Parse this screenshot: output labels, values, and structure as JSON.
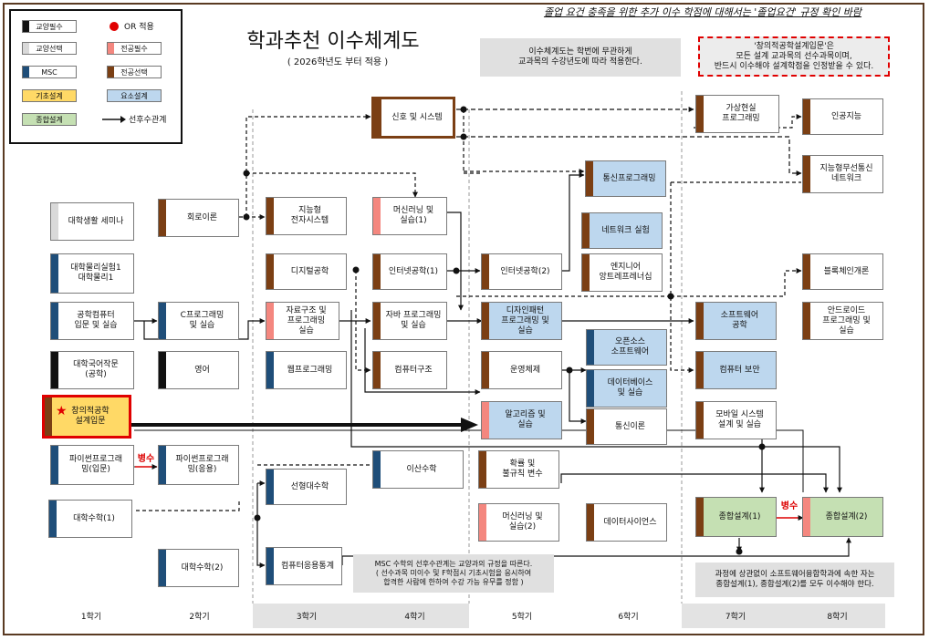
{
  "header": {
    "notice": "졸업 요건 충족을 위한 추가 이수 학점에 대해서는 '졸업요건' 규정 확인 바람",
    "title": "학과추천 이수체계도",
    "subtitle": "(   2026학년도 부터 적용   )",
    "curriculum_note": "이수체계도는 학번에 무관하게\n교과목의 수강년도에 따라 적용한다.",
    "design_note": "'창의적공학설계입문'은\n모든 설계 교과목의 선수과목이며,\n반드시 이수해야 설계학점을 인정받을 수 있다."
  },
  "legend": {
    "edu_required": "교양필수",
    "edu_elective": "교양선택",
    "msc": "MSC",
    "basic_design": "기초설계",
    "synth_design": "종합설계",
    "or_apply": "OR 적용",
    "major_required": "전공필수",
    "major_elective": "전공선택",
    "element_design": "요소설계",
    "prereq": "선후수관계"
  },
  "courses": {
    "c1": "대학생활 세미나",
    "c2": "대학물리실험1\n대학물리1",
    "c3": "공학컴퓨터\n입문 및 실습",
    "c4": "대학국어작문\n(공학)",
    "c5": "창의적공학\n설계입문",
    "c6": "파이썬프로그래\n밍(입문)",
    "c7": "대학수학(1)",
    "c8": "회로이론",
    "c9": "C프로그래밍\n및 실습",
    "c10": "영어",
    "c11": "파이썬프로그래\n밍(응용)",
    "c12": "대학수학(2)",
    "c13": "지능형\n전자시스템",
    "c14": "디지털공학",
    "c15": "자료구조 및\n프로그래밍\n실습",
    "c16": "웹프로그래밍",
    "c17": "선형대수학",
    "c18": "컴퓨터응용통계",
    "c19": "신호 및 시스템",
    "c20": "머신러닝 및\n실습(1)",
    "c21": "인터넷공학(1)",
    "c22": "자바 프로그래밍\n및 실습",
    "c23": "컴퓨터구조",
    "c24": "이산수학",
    "c25": "인터넷공학(2)",
    "c26": "디자인패턴\n프로그래밍 및\n실습",
    "c27": "운영체제",
    "c28": "알고리즘 및\n실습",
    "c29": "확률 및\n불규칙 변수",
    "c30": "머신러닝 및\n실습(2)",
    "c31": "통신프로그래밍",
    "c32": "네트워크 실험",
    "c33": "엔지니어\n앙트레프레너십",
    "c34": "오픈소스\n소프트웨어",
    "c35": "데이터베이스\n및 실습",
    "c36": "통신이론",
    "c37": "데이터사이언스",
    "c38": "가상현실\n프로그래밍",
    "c39": "소프트웨어\n공학",
    "c40": "컴퓨터 보안",
    "c41": "모바일 시스템\n설계 및 실습",
    "c42": "종합설계(1)",
    "c43": "인공지능",
    "c44": "지능형무선통신\n네트워크",
    "c45": "블록체인개론",
    "c46": "안드로이드\n프로그래밍 및\n실습",
    "c47": "종합설계(2)"
  },
  "concurrent_label_1": "병수",
  "concurrent_label_2": "병수",
  "msc_note": "MSC 수학의 선후수관계는 교양과의 규정을 따른다.\n( 선수과목 미이수 및 F학점시 기초시험을 응시하여\n합격한 사람에 한하여 수강 가능 유무를 정함 )",
  "synth_note": "과정에 상관없이 소프트웨어융합학과에 속한 자는\n종합설계(1), 종합설계(2)를 모두 이수해야 한다.",
  "semesters": [
    "1학기",
    "2학기",
    "3학기",
    "4학기",
    "5학기",
    "6학기",
    "7학기",
    "8학기"
  ],
  "colors": {
    "frame": "#5a3a22",
    "edu_required": "#111111",
    "edu_elective": "#d9d9d9",
    "msc": "#1f4e79",
    "major_required": "#f4877f",
    "major_elective": "#7b3f14",
    "basic_design": "#ffd966",
    "element_design": "#bdd7ee",
    "synth_design": "#c5e0b3",
    "highlight": "#e00000"
  },
  "icons": {
    "or_apply": "red-dot-icon",
    "star": "star-icon"
  }
}
